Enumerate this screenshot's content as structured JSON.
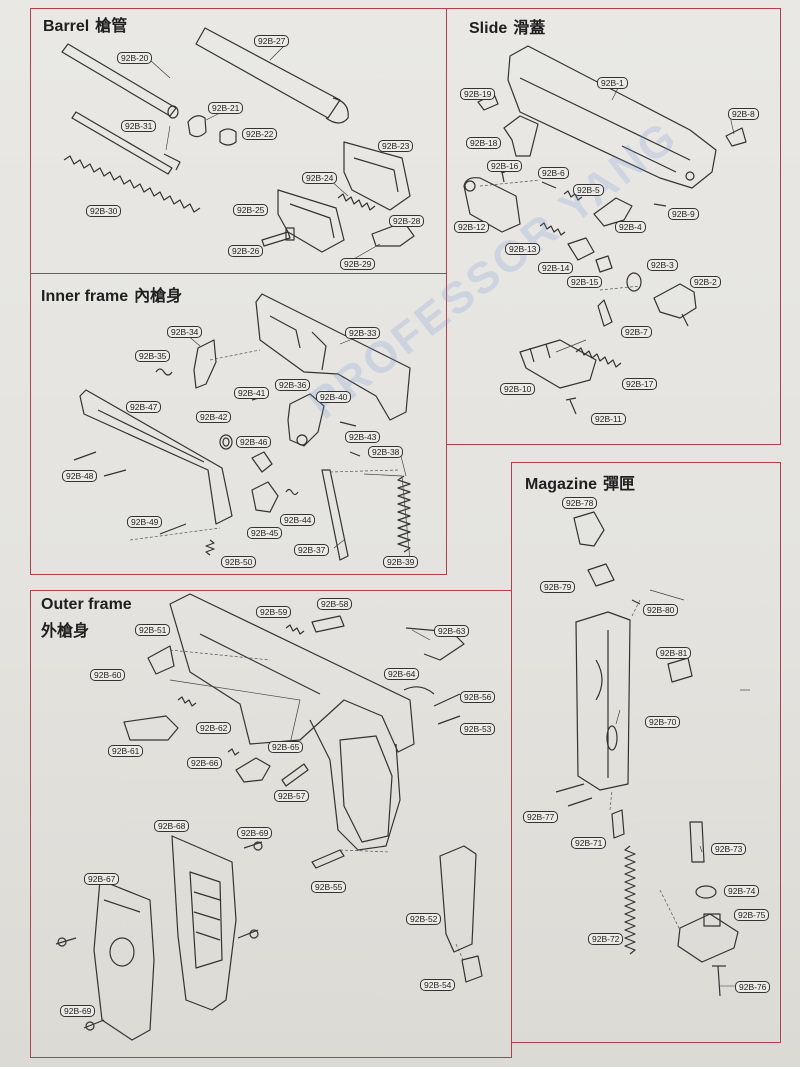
{
  "panels": {
    "barrel": {
      "title_en": "Barrel",
      "title_zh": "槍管"
    },
    "slide": {
      "title_en": "Slide",
      "title_zh": "滑蓋"
    },
    "inner": {
      "title_en": "Inner frame",
      "title_zh": "內槍身"
    },
    "outer": {
      "title_en": "Outer frame",
      "title_zh": "外槍身"
    },
    "magazine": {
      "title_en": "Magazine",
      "title_zh": "彈匣"
    }
  },
  "watermark": "PROFESSOR YANG",
  "parts": {
    "p1": "92B-1",
    "p2": "92B-2",
    "p3": "92B-3",
    "p4": "92B-4",
    "p5": "92B-5",
    "p6": "92B-6",
    "p7": "92B-7",
    "p8": "92B-8",
    "p9": "92B-9",
    "p10": "92B-10",
    "p11": "92B-11",
    "p12": "92B-12",
    "p13": "92B-13",
    "p14": "92B-14",
    "p15": "92B-15",
    "p16": "92B-16",
    "p17": "92B-17",
    "p18": "92B-18",
    "p19": "92B-19",
    "p20": "92B-20",
    "p21": "92B-21",
    "p22": "92B-22",
    "p23": "92B-23",
    "p24": "92B-24",
    "p25": "92B-25",
    "p26": "92B-26",
    "p27": "92B-27",
    "p28": "92B-28",
    "p29": "92B-29",
    "p30": "92B-30",
    "p31": "92B-31",
    "p33": "92B-33",
    "p34": "92B-34",
    "p35": "92B-35",
    "p36": "92B-36",
    "p37": "92B-37",
    "p38": "92B-38",
    "p39": "92B-39",
    "p40": "92B-40",
    "p41": "92B-41",
    "p42": "92B-42",
    "p43": "92B-43",
    "p44": "92B-44",
    "p45": "92B-45",
    "p46": "92B-46",
    "p47": "92B-47",
    "p48": "92B-48",
    "p49": "92B-49",
    "p50": "92B-50",
    "p51": "92B-51",
    "p52": "92B-52",
    "p53": "92B-53",
    "p54": "92B-54",
    "p55": "92B-55",
    "p56": "92B-56",
    "p57": "92B-57",
    "p58": "92B-58",
    "p59": "92B-59",
    "p60": "92B-60",
    "p61": "92B-61",
    "p62": "92B-62",
    "p63": "92B-63",
    "p64": "92B-64",
    "p65": "92B-65",
    "p66": "92B-66",
    "p67": "92B-67",
    "p68": "92B-68",
    "p69a": "92B-69",
    "p69b": "92B-69",
    "p70": "92B-70",
    "p71": "92B-71",
    "p72": "92B-72",
    "p73": "92B-73",
    "p74": "92B-74",
    "p75": "92B-75",
    "p76": "92B-76",
    "p77": "92B-77",
    "p78": "92B-78",
    "p79": "92B-79",
    "p80": "92B-80",
    "p81": "92B-81"
  }
}
